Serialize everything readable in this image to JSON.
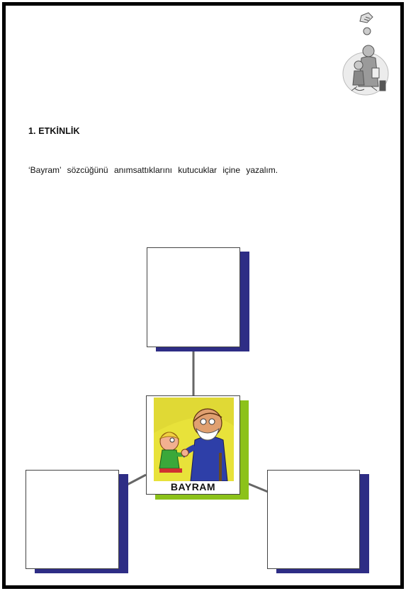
{
  "activity": {
    "heading": "1. ETKİNLİK",
    "instruction": "‘Bayram’ sözcüğünü anımsattıklarını kutucuklar içine yazalım."
  },
  "diagram": {
    "center_label": "BAYRAM",
    "colors": {
      "box_shadow": "#2e2d85",
      "center_shadow": "#8cc21a",
      "connector": "#666666",
      "illustration_background": "#e8e23a"
    }
  },
  "decoration": {
    "icon": "reading-family-sketch-icon"
  }
}
